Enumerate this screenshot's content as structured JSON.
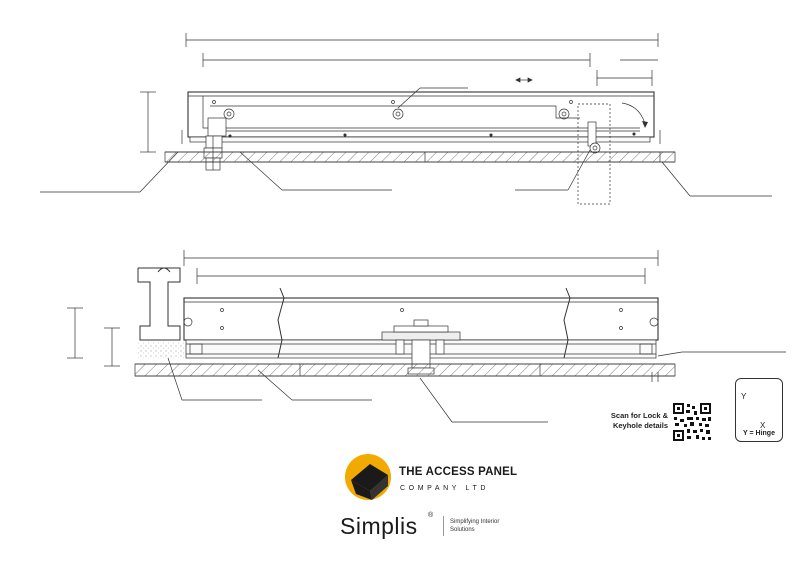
{
  "qr_caption": {
    "line1": "Scan for Lock &",
    "line2": "Keyhole details"
  },
  "hinge_key": {
    "y_label": "Y",
    "x_label": "X",
    "note": "Y = Hinge"
  },
  "brand": {
    "name": "THE ACCESS PANEL",
    "subtitle": "COMPANY LTD",
    "product": "Simplis",
    "registered": "®",
    "tagline_line1": "Simplifying Interior",
    "tagline_line2": "Solutions",
    "accent_color": "#f2a900"
  }
}
